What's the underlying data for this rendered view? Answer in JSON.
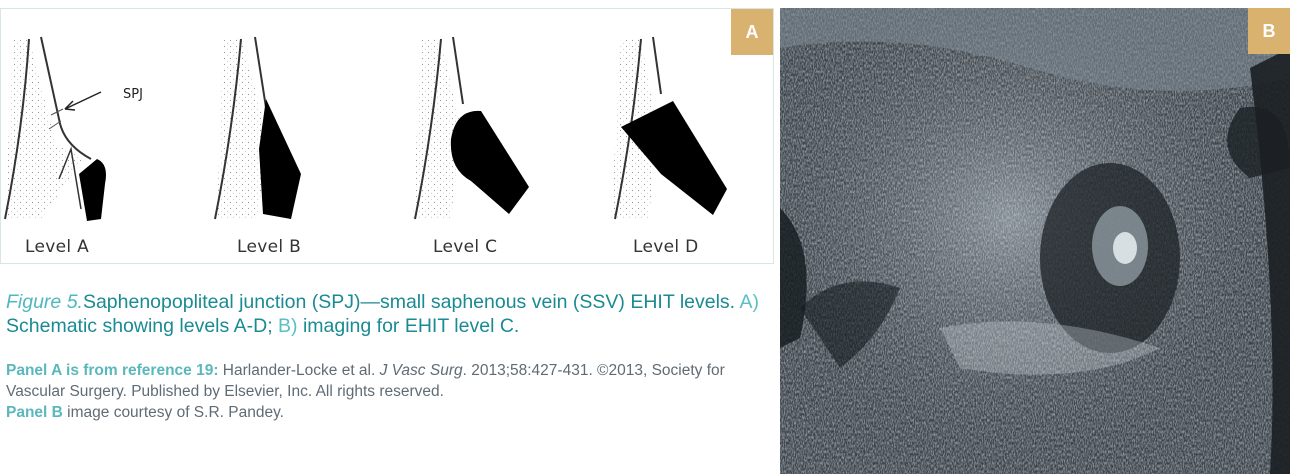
{
  "panel_a": {
    "badge": "A",
    "spj_label": "SPJ",
    "levels": [
      "Level A",
      "Level B",
      "Level C",
      "Level D"
    ]
  },
  "panel_b": {
    "badge": "B"
  },
  "caption": {
    "figure_label": "Figure 5.",
    "title_part1": "Saphenopopliteal junction (SPJ)—small saphenous vein (SSV) EHIT levels. ",
    "a_label": "A)",
    "title_part2": " Schematic showing levels A-D; ",
    "b_label": "B)",
    "title_part3": " imaging for EHIT level C.",
    "ref_label": "Panel A is from reference 19:",
    "ref_text_1": " Harlander-Locke et al. ",
    "ref_journal": "J Vasc Surg",
    "ref_text_2": ". 2013;58:427-431. ©2013, Society for Vascular Surgery. Published by Elsevier, Inc. All rights reserved.",
    "panel_b_label": "Panel B",
    "panel_b_text": " image courtesy of S.R. Pandey."
  },
  "colors": {
    "badge": "#d9b26f",
    "caption_teal": "#1a8a93",
    "caption_light_teal": "#58bfc3",
    "notes_gray": "#5f6b75"
  }
}
